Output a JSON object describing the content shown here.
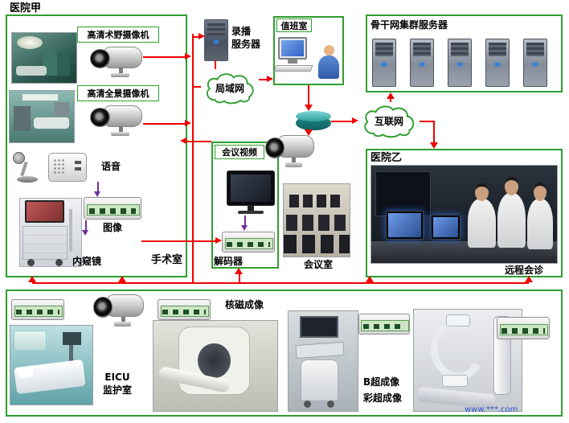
{
  "colors": {
    "box_border_green": "#2f9e2f",
    "connection_red": "#f00000",
    "arrow_purple": "#7030a0"
  },
  "icons": {
    "lan": "cloud-icon",
    "internet": "cloud-icon",
    "router": "router-cylinder-icon",
    "cameras": "ptz-camera-icon",
    "servers": "tower-server-icon",
    "duty_person": "person-icon",
    "microphone": "desk-microphone-icon"
  },
  "hospital_a": {
    "title": "医院甲",
    "surgical_camera_label": "高清术野摄像机",
    "panorama_camera_label": "高清全景摄像机",
    "audio_label": "语音",
    "image_label": "图像",
    "endoscope_label": "内窥镜",
    "operating_room_label": "手术室"
  },
  "recording_server": {
    "line1": "录播",
    "line2": "服务器"
  },
  "duty_room": {
    "title": "值班室"
  },
  "lan_cloud": {
    "label": "局域网"
  },
  "internet_cloud": {
    "label": "互联网"
  },
  "backbone_cluster": {
    "title": "骨干网集群服务器"
  },
  "conference": {
    "video_label": "会议视频",
    "decoder_label": "解码器",
    "room_label": "会议室"
  },
  "hospital_b": {
    "title": "医院乙",
    "remote_consultation_label": "远程会诊"
  },
  "bottom_section": {
    "eicu_line1": "EICU",
    "eicu_line2": "监护室",
    "mri_label": "核磁成像",
    "ultrasound_b_label": "B超成像",
    "ultrasound_color_label": "彩超成像"
  },
  "watermark": "www.***.com"
}
